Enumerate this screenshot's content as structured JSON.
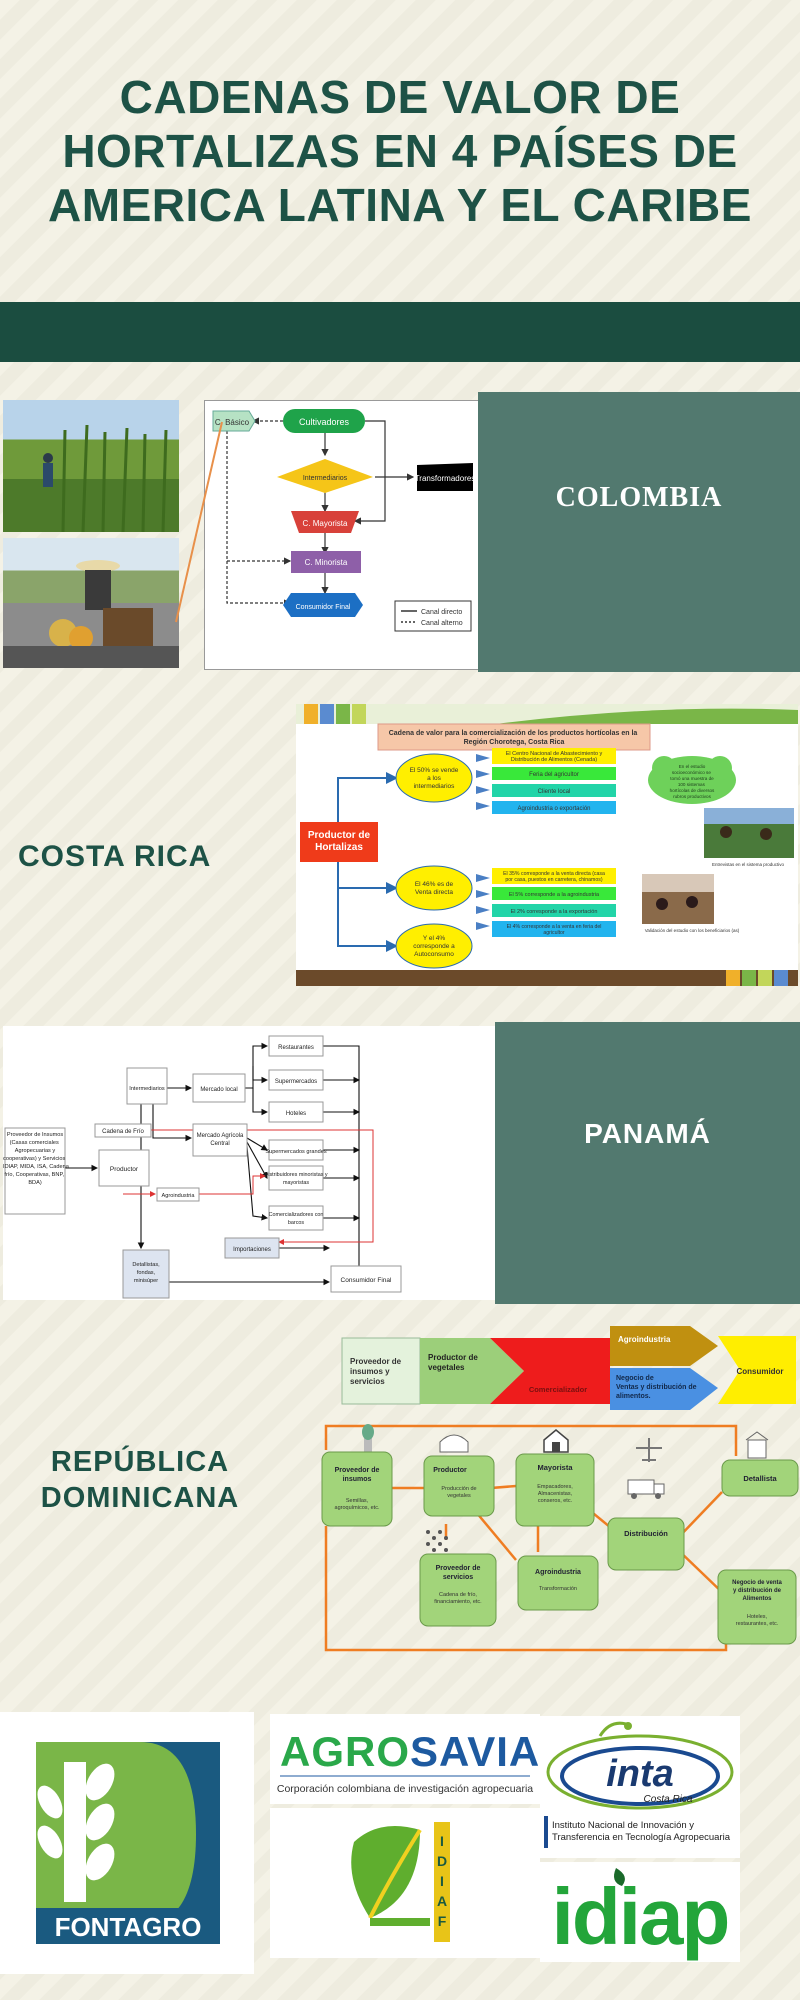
{
  "title": {
    "line1": "CADENAS DE VALOR DE",
    "line2": "HORTALIZAS EN 4 PAÍSES DE",
    "line3": "AMERICA LATINA Y EL CARIBE"
  },
  "colombia": {
    "country": "COLOMBIA",
    "nodes": {
      "basico": "C. Básico",
      "cultivadores": "Cultivadores",
      "intermediarios": "Intermediarios",
      "transformadores": "Transformadores",
      "mayorista": "C. Mayorista",
      "minorista": "C. Minorista",
      "final": "Consumidor Final"
    },
    "legend": {
      "direct": "Canal directo",
      "alt": "Canal alterno"
    }
  },
  "costa_rica": {
    "country": "COSTA RICA",
    "header": "Cadena de valor para la comercialización de los productos hortícolas en la Región Chorotega, Costa Rica",
    "producer": "Productor de Hortalizas",
    "ovals": {
      "o1": "El 50% se vende a los intermediarios",
      "o2": "El 46% es de Venta directa",
      "o3": "Y el 4% corresponde a Autoconsumo"
    },
    "boxes": {
      "b1": "El Centro Nacional de Abastecimiento y Distribución de Alimentos (Cenada)",
      "b2": "Feria del agricultor",
      "b3": "Cliente local",
      "b4": "Agroindustria o exportación",
      "b5": "El 35% corresponde a la venta directa (casa por casa, puestos en carretera, chinamos)",
      "b6": "El 5% corresponde a la agroindustria",
      "b7": "El 2% corresponde a la exportación",
      "b8": "El 4% corresponde a la venta en feria del agricultor"
    },
    "cloud": "En el estudio socioeconómico se tomó una muestra de 100 sistemas hortícolas de diversos rubros productivos",
    "caption1": "Entrevistas en el sistema productivo",
    "caption2": "Validación del estudio con los beneficiarios (as)"
  },
  "panama": {
    "country": "PANAMÁ",
    "nodes": {
      "proveedor": "Proveedor de Insumos (Casas comerciales Agropecuarias y cooperativas) y Servicios (IDIAP, MIDA, ISA, Cadena frío, Cooperativas, BNP, BDA)",
      "cadena": "Cadena de Frío",
      "productor": "Productor",
      "intermediarios": "Intermediarios",
      "mercado_local": "Mercado local",
      "mercado_central": "Mercado Agrícola Central",
      "agroindustria": "Agroindustria",
      "detallistas": "Detallistas, fondas, minisúper",
      "restaurantes": "Restaurantes",
      "supermercados": "Supermercados",
      "hoteles": "Hoteles",
      "super_grandes": "Supermercados grandes",
      "distribuidores": "Distribuidores minoristas y mayoristas",
      "comercializadores": "Comercializadores con barcos",
      "importaciones": "Importaciones",
      "consumidor": "Consumidor Final"
    }
  },
  "rd": {
    "country_line1": "REPÚBLICA",
    "country_line2": "DOMINICANA",
    "chain": {
      "proveedor": "Proveedor de insumos y servicios",
      "productor": "Productor de vegetales",
      "comercializador": "Comercializador",
      "agroindustria": "Agroindustria",
      "negocio": "Negocio de Ventas y distribución de alimentos.",
      "consumidor": "Consumidor"
    },
    "nodes": {
      "prov_title": "Proveedor de insumos",
      "prov_sub": "Semillas, agroquímicos, etc.",
      "prod_title": "Productor",
      "prod_sub": "Producción de vegetales",
      "may_title": "Mayorista",
      "may_sub": "Empacadores, Almacenistas, conseros, etc.",
      "det_title": "Detallista",
      "dist_title": "Distribución",
      "serv_title": "Proveedor de servicios",
      "serv_sub": "Cadena de frío, financiamiento, etc.",
      "agro_title": "Agroindustria",
      "agro_sub": "Transformación",
      "neg_title": "Negocio de venta y distribución de Alimentos",
      "neg_sub": "Hoteles, restaurantes, etc."
    }
  },
  "logos": {
    "fontagro": "FONTAGRO",
    "agrosavia": "AGROSAVIA",
    "agrosavia_sub": "Corporación colombiana de investigación agropecuaria",
    "idiaf": "IDIAF",
    "inta": "inta",
    "inta_country": "Costa Rica",
    "inta_sub": "Instituto Nacional de Innovación y Transferencia en Tecnología Agropecuaria",
    "idiap": "idiap"
  }
}
